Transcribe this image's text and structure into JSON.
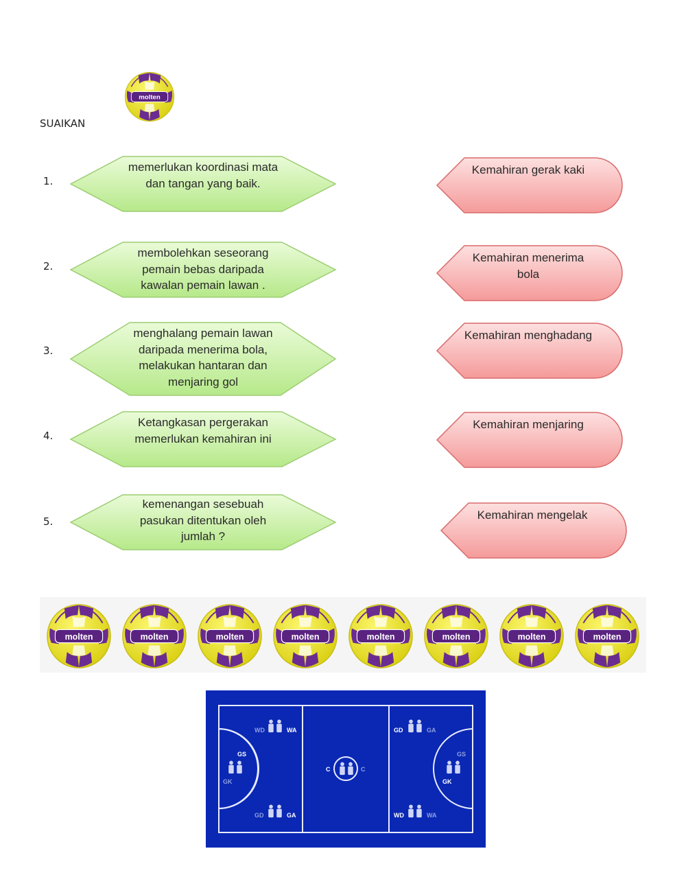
{
  "heading": "SUAIKAN",
  "items": [
    {
      "number": "1.",
      "clue": "memerlukan koordinasi mata dan tangan yang baik."
    },
    {
      "number": "2.",
      "clue": "membolehkan seseorang pemain bebas daripada kawalan pemain lawan ."
    },
    {
      "number": "3.",
      "clue": "menghalang pemain lawan daripada menerima bola, melakukan hantaran dan menjaring gol"
    },
    {
      "number": "4.",
      "clue": "Ketangkasan pergerakan memerlukan kemahiran ini"
    },
    {
      "number": "5.",
      "clue": "kemenangan sesebuah pasukan ditentukan oleh jumlah ?"
    }
  ],
  "answers": [
    "Kemahiran gerak kaki",
    "Kemahiran menerima bola",
    "Kemahiran menghadang",
    "Kemahiran menjaring",
    "Kemahiran mengelak"
  ],
  "ball": {
    "brand": "molten"
  },
  "court": {
    "labels": {
      "wd_left": "WD",
      "wa_left": "WA",
      "gs_left": "GS",
      "gk_left": "GK",
      "gd_left": "GD",
      "ga_left": "GA",
      "c_left": "C",
      "c_right": "C",
      "gd_right": "GD",
      "ga_right": "GA",
      "gs_right": "GS",
      "gk_right": "GK",
      "wd_right": "WD",
      "wa_right": "WA"
    }
  },
  "colors": {
    "hex_fill": "#c8f0a0",
    "hex_stroke": "#9ccd72",
    "tag_fill": "#f7a8a8",
    "tag_stroke": "#d96a6a",
    "court": "#0a28b4",
    "ball_yellow": "#f2ea1c",
    "ball_purple": "#6a2c91"
  }
}
